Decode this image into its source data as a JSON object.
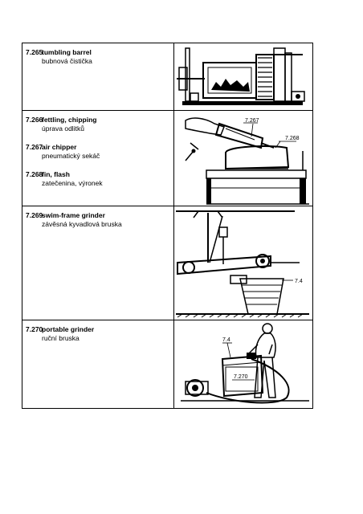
{
  "entries": [
    {
      "num": "7.265",
      "en": "tumbling barrel",
      "cz": "bubnová čistička"
    },
    {
      "num": "7.266",
      "en": "fettling, chipping",
      "cz": "úprava odlitků"
    },
    {
      "num": "7.267",
      "en": "air chipper",
      "cz": "pneumatický sekáč"
    },
    {
      "num": "7.268",
      "en": "fin, flash",
      "cz": "zatečenina, výronek"
    },
    {
      "num": "7.269",
      "en": "swim-frame grinder",
      "cz": "závěsná kyvadlová bruska"
    },
    {
      "num": "7.270",
      "en": "portable grinder",
      "cz": "ruční bruska"
    }
  ],
  "figure_labels": {
    "chipper": "7.267",
    "fin": "7.268",
    "swing_ref": "7.4",
    "portable_ref": "7.4",
    "portable": "7.270"
  }
}
